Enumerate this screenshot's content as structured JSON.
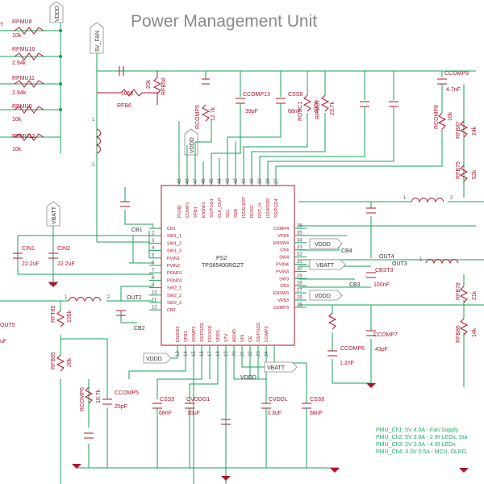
{
  "title": "Power Management Unit",
  "chip": {
    "ref": "PS2",
    "part": "TPS65400RGZT",
    "left_pins": [
      {
        "num": "1",
        "name": "CB1"
      },
      {
        "num": "2",
        "name": "SW1_1"
      },
      {
        "num": "3",
        "name": "SW1_2"
      },
      {
        "num": "4",
        "name": "SW1_3"
      },
      {
        "num": "5",
        "name": "PVIN1"
      },
      {
        "num": "6",
        "name": "PVIN2"
      },
      {
        "num": "7",
        "name": "PGND1"
      },
      {
        "num": "8",
        "name": "PGND2"
      },
      {
        "num": "9",
        "name": "SW2_1"
      },
      {
        "num": "10",
        "name": "SW2_2"
      },
      {
        "num": "11",
        "name": "SW2_3"
      },
      {
        "num": "12",
        "name": "CB2"
      }
    ],
    "right_pins": [
      {
        "num": "36",
        "name": "COMP4"
      },
      {
        "num": "35",
        "name": "VFB4"
      },
      {
        "num": "34",
        "name": "ENSW4"
      },
      {
        "num": "33",
        "name": "CB4"
      },
      {
        "num": "32",
        "name": "SW4"
      },
      {
        "num": "31",
        "name": "PVIN4"
      },
      {
        "num": "30",
        "name": "PVIN3"
      },
      {
        "num": "29",
        "name": "SW3"
      },
      {
        "num": "28",
        "name": "CB3"
      },
      {
        "num": "27",
        "name": "ENSW3"
      },
      {
        "num": "26",
        "name": "VFB3"
      },
      {
        "num": "25",
        "name": "COMP3"
      }
    ],
    "top_pins": [
      {
        "num": "49",
        "name": "PGND"
      },
      {
        "num": "48",
        "name": "COMP1"
      },
      {
        "num": "47",
        "name": "VFB1"
      },
      {
        "num": "46",
        "name": "ENSW1"
      },
      {
        "num": "45",
        "name": "SS/PGD1"
      },
      {
        "num": "44",
        "name": "CLK_OUT"
      },
      {
        "num": "43",
        "name": "SCL"
      },
      {
        "num": "42",
        "name": "SDA"
      },
      {
        "num": "41",
        "name": "I2CALERT"
      },
      {
        "num": "40",
        "name": "ROSC"
      },
      {
        "num": "39",
        "name": "RST_N"
      },
      {
        "num": "38",
        "name": "I2CADDR"
      },
      {
        "num": "37",
        "name": "SS/PGD4"
      }
    ],
    "bottom_pins": [
      {
        "num": "13",
        "name": "ENSW2"
      },
      {
        "num": "14",
        "name": "VFB2"
      },
      {
        "num": "15",
        "name": "COMP2"
      },
      {
        "num": "16",
        "name": "SS/PGD2"
      },
      {
        "num": "17",
        "name": "PGOOD"
      },
      {
        "num": "18",
        "name": "VDD5"
      },
      {
        "num": "19",
        "name": "V7V"
      },
      {
        "num": "20",
        "name": "AGND"
      },
      {
        "num": "21",
        "name": "VIN"
      },
      {
        "num": "22",
        "name": "CE"
      },
      {
        "num": "23",
        "name": "SS/PGD3"
      },
      {
        "num": "24",
        "name": "COMP3"
      }
    ]
  },
  "power_flags": {
    "vddd_top": "VDDD",
    "fan": "5V_FAN",
    "vbatt_left": "VBATT",
    "vddd_chip_top": "VDDD",
    "vddd_r1": "VDDD",
    "vbatt_r": "VBATT",
    "vddd_r2": "VDDD",
    "vddd_bottom": "VDDD",
    "vbatt_bottom": "VBATT",
    "vddd_text": "VDDD"
  },
  "nets": {
    "cb1": "CB1",
    "cb2": "CB2",
    "cb3": "CB3",
    "cb4": "CB4",
    "out2": "OUT2",
    "out3": "OUT3",
    "out4": "OUT4",
    "out5": "OUT5"
  },
  "resistors": [
    {
      "ref": "RPMU8",
      "value": "10k"
    },
    {
      "ref": "RPMU10",
      "value": "2.94k"
    },
    {
      "ref": "RPMU11",
      "value": "2.94k"
    },
    {
      "ref": "RPMU9",
      "value": "10k"
    },
    {
      "ref": "RPMU12",
      "value": "10k"
    },
    {
      "ref": "RFB6",
      "value": "105k"
    },
    {
      "ref": "RFB58",
      "value": "20k"
    },
    {
      "ref": "RCOMP5",
      "value": "12.7k"
    },
    {
      "ref": "ROSC1",
      "value": "100k"
    },
    {
      "ref": "RPMU7",
      "value": "23.7k"
    },
    {
      "ref": "RCOMP8",
      "value": "10k"
    },
    {
      "ref": "RFB87",
      "value": "24k"
    },
    {
      "ref": "RFB75",
      "value": "52k"
    },
    {
      "ref": "RFB78",
      "value": "21k"
    },
    {
      "ref": "RFB86",
      "value": "14k"
    },
    {
      "ref": "RFT85",
      "value": "105k"
    },
    {
      "ref": "RFB85",
      "value": "20k"
    },
    {
      "ref": "RCOMP6",
      "value": "10.7k"
    }
  ],
  "capacitors": [
    {
      "ref": "CCOMP13",
      "value": "39pF"
    },
    {
      "ref": "CSS8",
      "value": "68nF"
    },
    {
      "ref": "CCOMP9",
      "value": "4.7nF"
    },
    {
      "ref": "CIN1",
      "value": "22.2uF"
    },
    {
      "ref": "CIN2",
      "value": "22.2uF"
    },
    {
      "ref": "CBST3",
      "value": "100nF"
    },
    {
      "ref": "CCOMP7",
      "value": "43pF"
    },
    {
      "ref": "CCOMP6",
      "value": "1.2nF"
    },
    {
      "ref": "CCOMP5",
      "value": "25pF"
    },
    {
      "ref": "CSS5",
      "value": "68nF"
    },
    {
      "ref": "CVDDG1",
      "value": "10uF"
    },
    {
      "ref": "CVDDL",
      "value": "3.3uF"
    },
    {
      "ref": "CSS6",
      "value": "68nF"
    },
    {
      "ref": "OUT5_cap",
      "value": "uF"
    }
  ],
  "notes": [
    "PMU_Ch1: 5V 4.0A - Fan Supply",
    "PMU_Ch2: 5V 3.0A - 2 IR LEDs, Sta",
    "PMU_Ch3: 2V 2.0A - 4 IR LEDs",
    "PMU_Ch4: 3.3V 0.5A - MCU, OLED,"
  ],
  "misc": {
    "cb1_chip": "CB1",
    "vdd_lbl": "VDD",
    "t_label": "T"
  }
}
